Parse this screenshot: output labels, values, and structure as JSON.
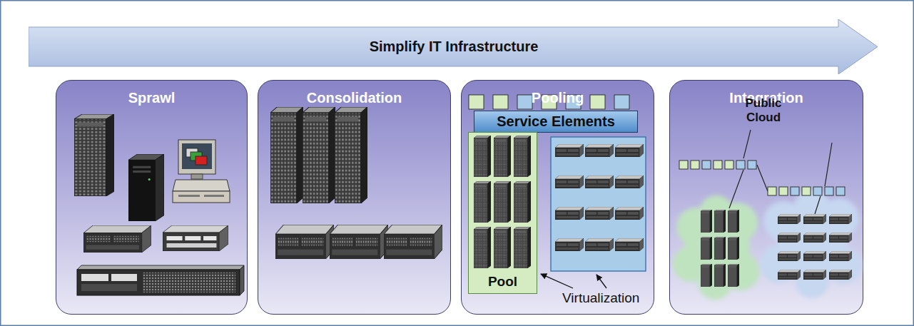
{
  "diagram": {
    "nodes": [
      {
        "text": [
          "Simplify IT Infrastructure"
        ]
      },
      {
        "text": [
          "Sprawl"
        ]
      },
      {
        "text": [
          "Consolidation"
        ]
      },
      {
        "text": [
          "Pooling"
        ]
      },
      {
        "text": [
          "Service Elements"
        ],
        "in": 3
      },
      {
        "text": [
          "Pool"
        ],
        "in": 3
      },
      {
        "text": [
          "Integration"
        ]
      }
    ],
    "labels": [
      "Virtualization",
      "Public Cloud"
    ]
  }
}
